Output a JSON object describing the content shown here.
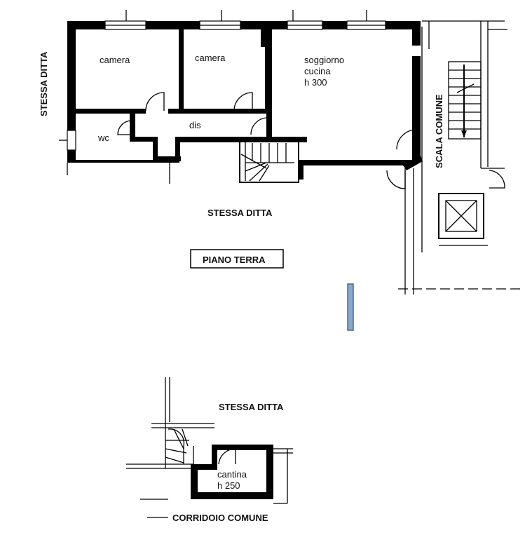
{
  "ground_floor": {
    "rooms": {
      "camera_1": "camera",
      "camera_2": "camera",
      "living_line1": "soggiorno",
      "living_line2": "cucina",
      "living_line3": "h  300",
      "wc": "wc",
      "dis": "dis"
    },
    "side_left": "STESSA DITTA",
    "side_bottom": "STESSA DITTA",
    "stair_label": "SCALA COMUNE",
    "floor_label": "PIANO TERRA"
  },
  "cellar_plan": {
    "top_label": "STESSA DITTA",
    "room_line1": "cantina",
    "room_line2": "h  250",
    "corridor_label": "CORRIDOIO COMUNE"
  },
  "colors": {
    "marker_fill": "#8aa9c8",
    "marker_stroke": "#4a6a8c"
  }
}
